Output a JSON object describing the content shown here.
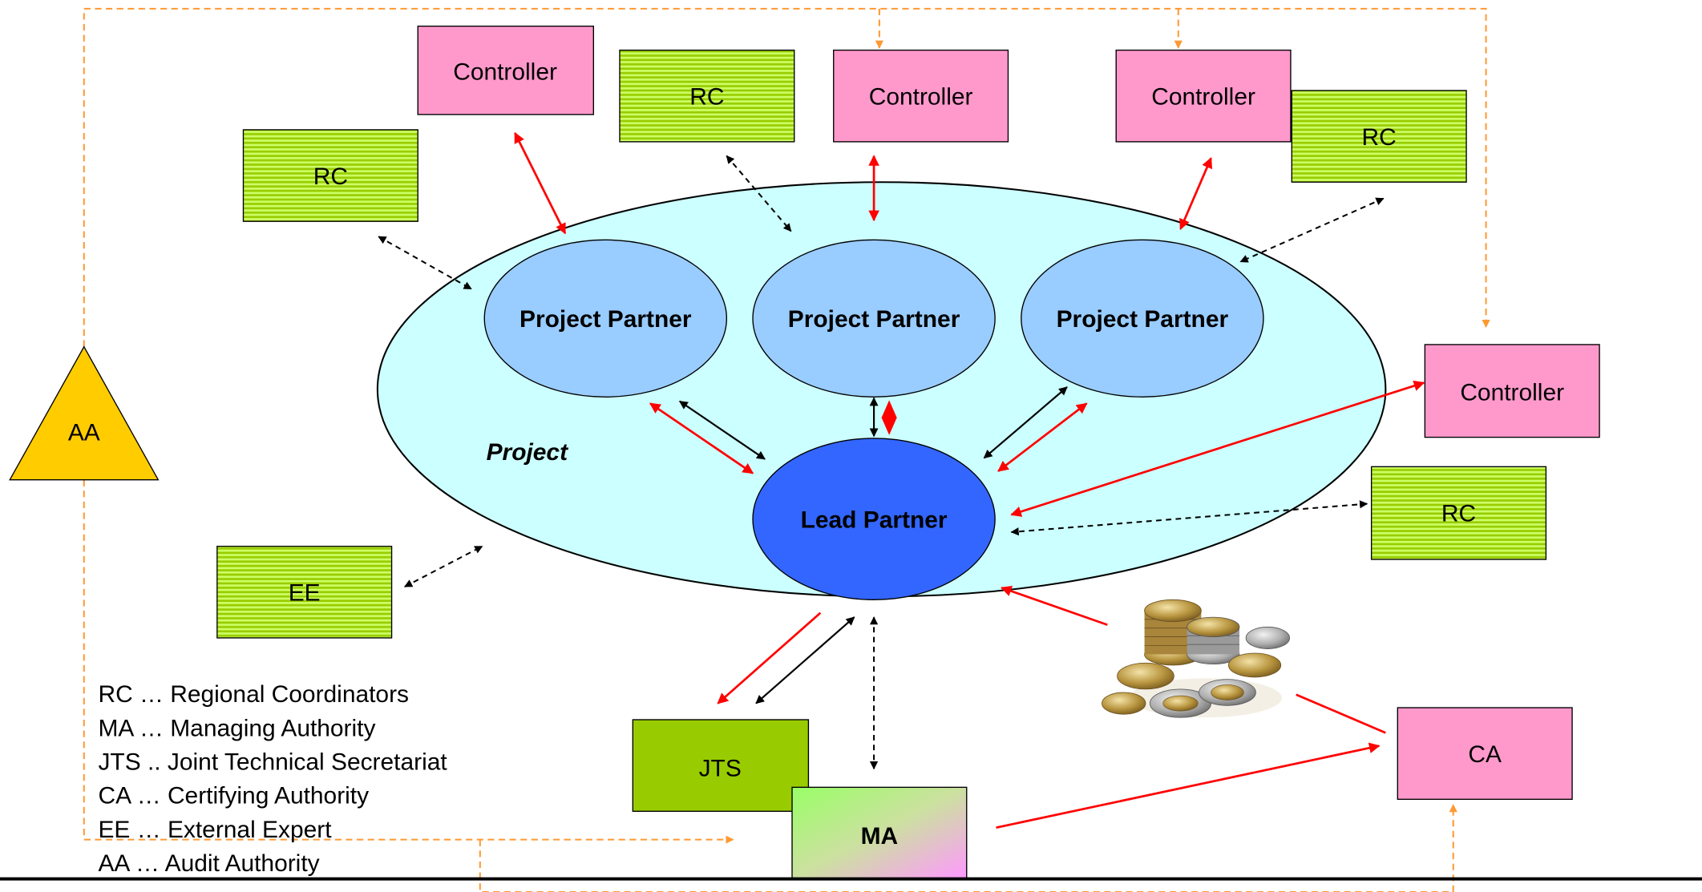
{
  "nodes": {
    "controller_1": "Controller",
    "controller_2": "Controller",
    "controller_3": "Controller",
    "controller_4": "Controller",
    "rc_1": "RC",
    "rc_2": "RC",
    "rc_3": "RC",
    "rc_4": "RC",
    "aa": "AA",
    "ee": "EE",
    "project": "Project",
    "project_partner_1": "Project Partner",
    "project_partner_2": "Project Partner",
    "project_partner_3": "Project Partner",
    "lead_partner": "Lead Partner",
    "jts": "JTS",
    "ma": "MA",
    "ca": "CA"
  },
  "legend": [
    "RC … Regional Coordinators",
    "MA … Managing Authority",
    "JTS .. Joint Technical Secretariat",
    "CA … Certifying Authority",
    "EE … External Expert",
    "AA … Audit Authority"
  ],
  "colors": {
    "controller_fill": "#ff99cc",
    "rc_fill": "#99cc00",
    "rc_stripe": "#ccff66",
    "aa_fill": "#ffcc00",
    "project_fill": "#ccffff",
    "partner_fill": "#99ccff",
    "lead_fill": "#3366ff",
    "jts_fill": "#99cc00",
    "ca_fill": "#ff99cc",
    "red_arrow": "#ff0000",
    "black_arrow": "#000000",
    "orange_dashed": "#ff9933"
  },
  "icons": [
    "coins-image"
  ]
}
